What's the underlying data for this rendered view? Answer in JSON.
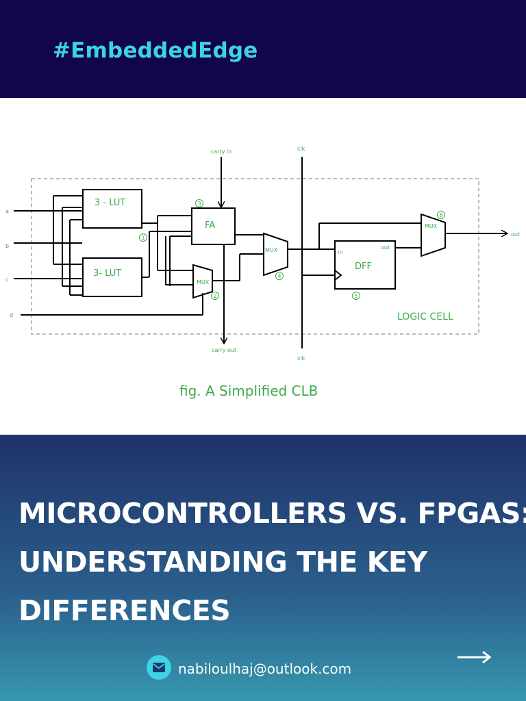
{
  "header": {
    "hashtag": "#EmbeddedEdge"
  },
  "diagram": {
    "caption": "fig. A Simplified CLB",
    "inputs": [
      "a",
      "b",
      "c",
      "d"
    ],
    "lut1": "3 - LUT",
    "lut2": "3- LUT",
    "fa": "FA",
    "mux": "MUX",
    "dff": "DFF",
    "carry_in": "carry in",
    "carry_out": "carry out",
    "clk_top": "clk",
    "clk_bottom": "clk",
    "dff_in": "in",
    "dff_out": "out",
    "output": "out",
    "logic_cell": "LOGIC CELL",
    "markers": [
      "1",
      "2",
      "3",
      "4",
      "5",
      "6"
    ]
  },
  "main": {
    "title_lines": [
      "MICROCONTROLLERS VS. FPGAS:",
      "UNDERSTANDING THE KEY",
      "DIFFERENCES"
    ],
    "email": "nabiloulhaj@outlook.com",
    "next_arrow": "→"
  },
  "colors": {
    "header_bg": "#12064a",
    "accent": "#3ed2e6",
    "diagram_label": "#3daa4a"
  }
}
